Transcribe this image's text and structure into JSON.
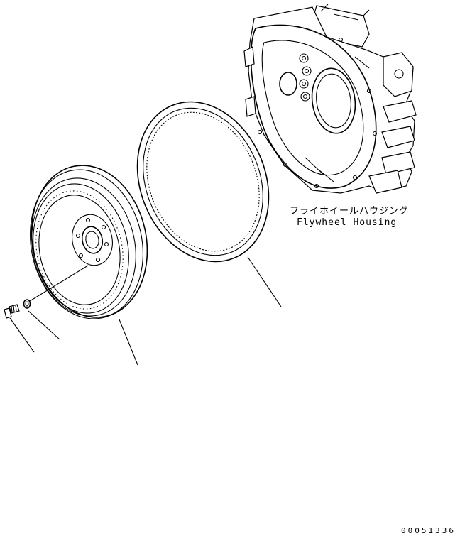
{
  "housing_label": {
    "japanese": "フライホイールハウジング",
    "english": "Flywheel Housing"
  },
  "reference_number": "00051336",
  "icons": [
    "flywheel-housing",
    "ring-gear",
    "flywheel",
    "washer",
    "bolt"
  ]
}
